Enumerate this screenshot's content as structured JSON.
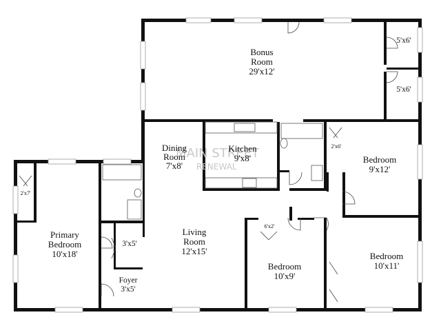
{
  "plan": {
    "bonus_room": {
      "name_line1": "Bonus",
      "name_line2": "Room",
      "size": "29'x12'"
    },
    "closet_a": {
      "size": "5'x6'"
    },
    "closet_b": {
      "size": "5'x6'"
    },
    "dining_room": {
      "name_line1": "Dining",
      "name_line2": "Room",
      "size": "7'x8'"
    },
    "kitchen": {
      "name": "Kitchen",
      "size": "9'x8'"
    },
    "bedroom_ne": {
      "name": "Bedroom",
      "size": "9'x12'"
    },
    "closet_ne": {
      "size": "2'x6'"
    },
    "primary_bedroom": {
      "name_line1": "Primary",
      "name_line2": "Bedroom",
      "size": "10'x18'"
    },
    "closet_primary": {
      "size": "2'x7'"
    },
    "closet_hall": {
      "size": "3'x5'"
    },
    "living_room": {
      "name_line1": "Living",
      "name_line2": "Room",
      "size": "12'x15'"
    },
    "foyer": {
      "name": "Foyer",
      "size": "3'x5'"
    },
    "bedroom_mid": {
      "name": "Bedroom",
      "size": "10'x9'"
    },
    "closet_mid": {
      "size": "6'x2'"
    },
    "bedroom_se": {
      "name": "Bedroom",
      "size": "10'x11'"
    },
    "watermark": {
      "line1": "MAIN STREET",
      "line2": "RENEWAL"
    }
  },
  "colors": {
    "wall": "#111111",
    "window": "#9a9a9a",
    "background": "#ffffff"
  }
}
